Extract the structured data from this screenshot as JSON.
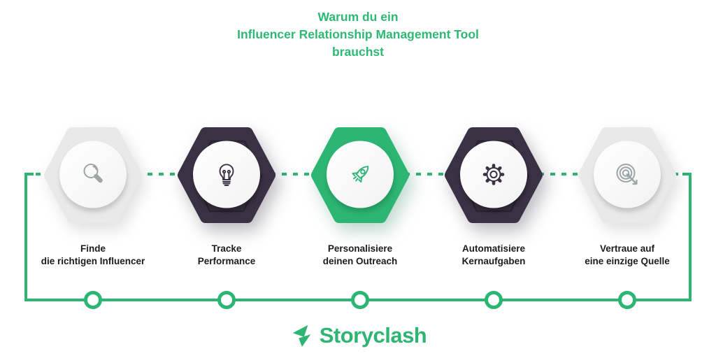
{
  "title": {
    "line1": "Warum du ein",
    "line2": "Influencer Relationship Management Tool",
    "line3": "brauchst"
  },
  "steps": [
    {
      "icon": "magnifier-icon",
      "variant": "gray",
      "label_line1": "Finde",
      "label_line2": "die richtigen Influencer"
    },
    {
      "icon": "lightbulb-icon",
      "variant": "dark",
      "label_line1": "Tracke",
      "label_line2": "Performance"
    },
    {
      "icon": "rocket-icon",
      "variant": "green",
      "label_line1": "Personalisiere",
      "label_line2": "deinen Outreach"
    },
    {
      "icon": "gear-icon",
      "variant": "dark",
      "label_line1": "Automatisiere",
      "label_line2": "Kernaufgaben"
    },
    {
      "icon": "target-icon",
      "variant": "gray",
      "label_line1": "Vertraue auf",
      "label_line2": "eine einzige Quelle"
    }
  ],
  "footer": {
    "logo_text": "Storyclash"
  },
  "colors": {
    "accent_green": "#2CB573",
    "title_green": "#2DB874",
    "dark_hex": "#3A3144",
    "light_gray_hex": "#E9E9E9",
    "icon_gray": "#9CA6A6",
    "label_text": "#1C1C1E",
    "background": "#FFFFFF"
  }
}
